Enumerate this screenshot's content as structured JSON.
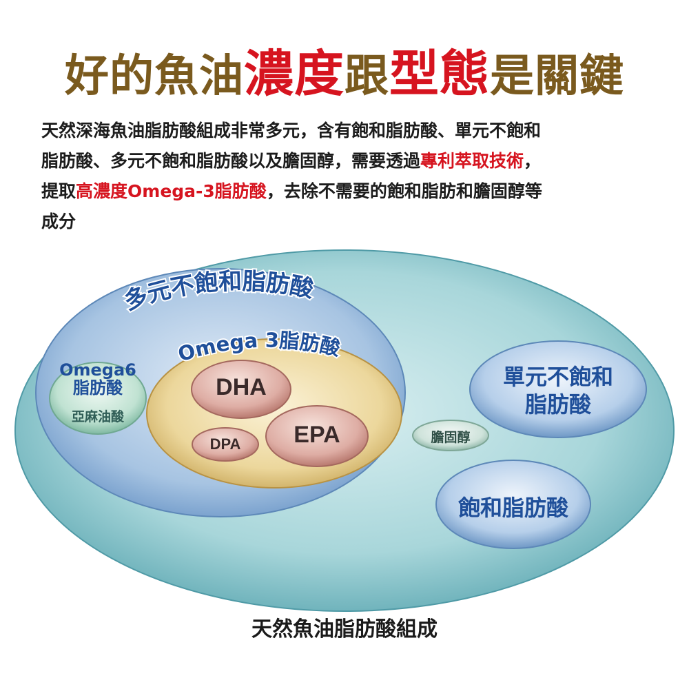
{
  "title": {
    "part1": "好的魚油",
    "accent1": "濃度",
    "part2": "跟",
    "accent2": "型態",
    "part3": "是關鍵"
  },
  "intro": {
    "line1": "天然深海魚油脂肪酸組成非常多元，含有飽和脂肪酸、單元不飽和",
    "line2_a": "脂肪酸、多元不飽和脂肪酸以及膽固醇，需要透過",
    "line2_hl": "專利萃取技術",
    "line2_b": "，",
    "line3_a": "提取",
    "line3_hl": "高濃度Omega-3脂肪酸",
    "line3_b": "，去除不需要的飽和脂肪和膽固醇等",
    "line4": "成分"
  },
  "diagram": {
    "outer_label": "天然魚油脂肪酸組成",
    "polyunsaturated": "多元不飽和脂肪酸",
    "omega3": "Omega 3脂肪酸",
    "omega6_line1": "Omega6",
    "omega6_line2": "脂肪酸",
    "linoleic": "亞麻油酸",
    "dha": "DHA",
    "epa": "EPA",
    "dpa": "DPA",
    "monounsaturated_line1": "單元不飽和",
    "monounsaturated_line2": "脂肪酸",
    "cholesterol": "膽固醇",
    "saturated": "飽和脂肪酸"
  },
  "colors": {
    "title_brown": "#7a5a1e",
    "accent_red": "#d6141f",
    "outer_teal": "#7cc0c8",
    "poly_blue": "#8fb4d8",
    "omega3_gold": "#e6cf8e",
    "bubble_rose": "#d9a39a",
    "omega6_green": "#b6dccb",
    "sat_blue": "#a9c6e6",
    "label_blue": "#1f4f9a"
  }
}
